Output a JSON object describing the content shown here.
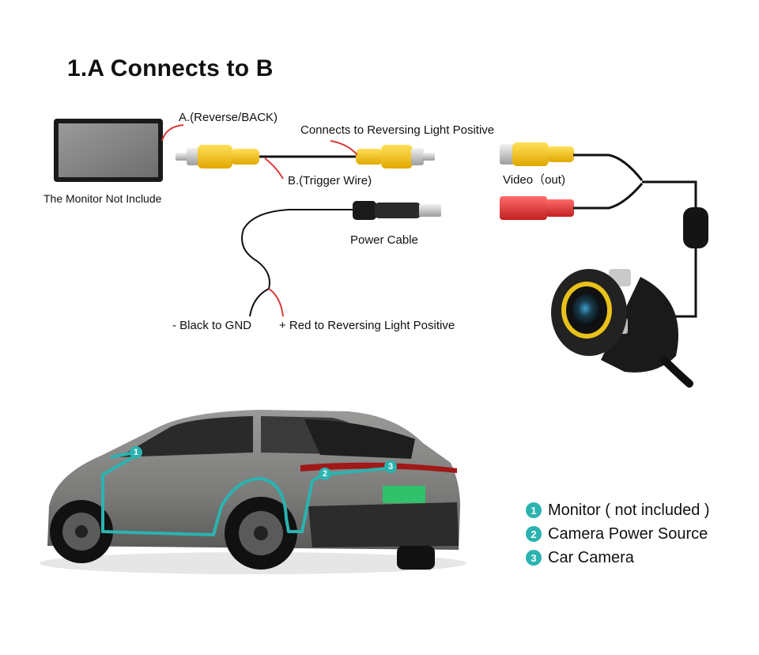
{
  "title": "1.A Connects to B",
  "labels": {
    "reverse_back": "A.(Reverse/BACK)",
    "connects_reversing": "Connects to Reversing Light Positive",
    "trigger_wire": "B.(Trigger Wire)",
    "monitor_not_include": "The Monitor Not Include",
    "video_out": "Video（out)",
    "power_cable": "Power Cable",
    "black_gnd": "- Black to GND",
    "red_reversing": "+ Red to Reversing Light Positive"
  },
  "car_markers": [
    "1",
    "2",
    "3"
  ],
  "legend": [
    {
      "num": "1",
      "text": "Monitor ( not included )"
    },
    {
      "num": "2",
      "text": "Camera Power Source"
    },
    {
      "num": "3",
      "text": "Car Camera"
    }
  ],
  "colors": {
    "accent_teal": "#2bb3b0",
    "rca_yellow": "#f2c21b",
    "dc_red": "#d83a3a",
    "plate_green": "#2fc26b"
  }
}
